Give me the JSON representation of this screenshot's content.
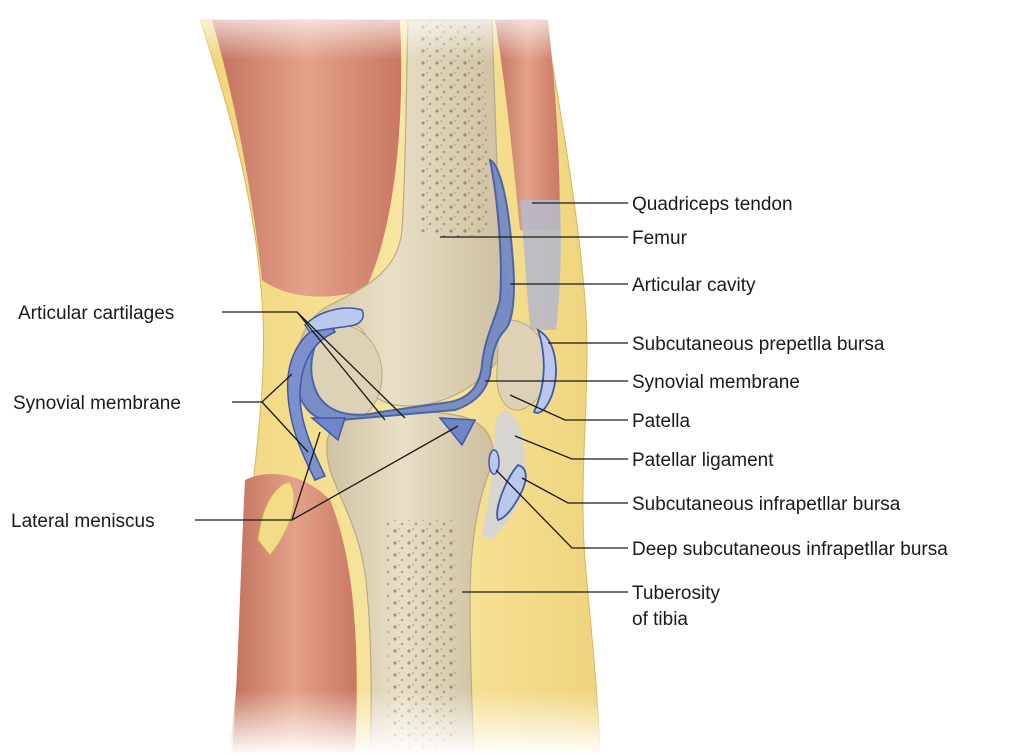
{
  "diagram": {
    "labels": {
      "quadriceps_tendon": "Quadriceps tendon",
      "femur": "Femur",
      "articular_cavity": "Articular cavity",
      "subcutaneous_prepatellar_bursa": "Subcutaneous prepetlla bursa",
      "synovial_membrane_right": "Synovial membrane",
      "patella": "Patella",
      "patellar_ligament": "Patellar ligament",
      "subcutaneous_infrapatellar_bursa": "Subcutaneous infrapetllar bursa",
      "deep_subcutaneous_infrapatellar_bursa": "Deep subcutaneous infrapetllar bursa",
      "tuberosity_line1": "Tuberosity",
      "tuberosity_line2": "of tibia",
      "articular_cartilages": "Articular cartilages",
      "synovial_membrane_left": "Synovial membrane",
      "lateral_meniscus": "Lateral meniscus"
    },
    "colors": {
      "skin_fat": "#f3dc86",
      "fat_light": "#f7e7a6",
      "muscle": "#d98f78",
      "muscle_dark": "#c97763",
      "bone": "#e1d7bc",
      "bone_shadow": "#c9bd9d",
      "marrow_dots": "#6b5a3e",
      "synovial_blue": "#6f86c8",
      "synovial_dark": "#3f5aa3",
      "bursa_fill": "#b9c8ec",
      "tendon": "#b7b9c9"
    }
  }
}
